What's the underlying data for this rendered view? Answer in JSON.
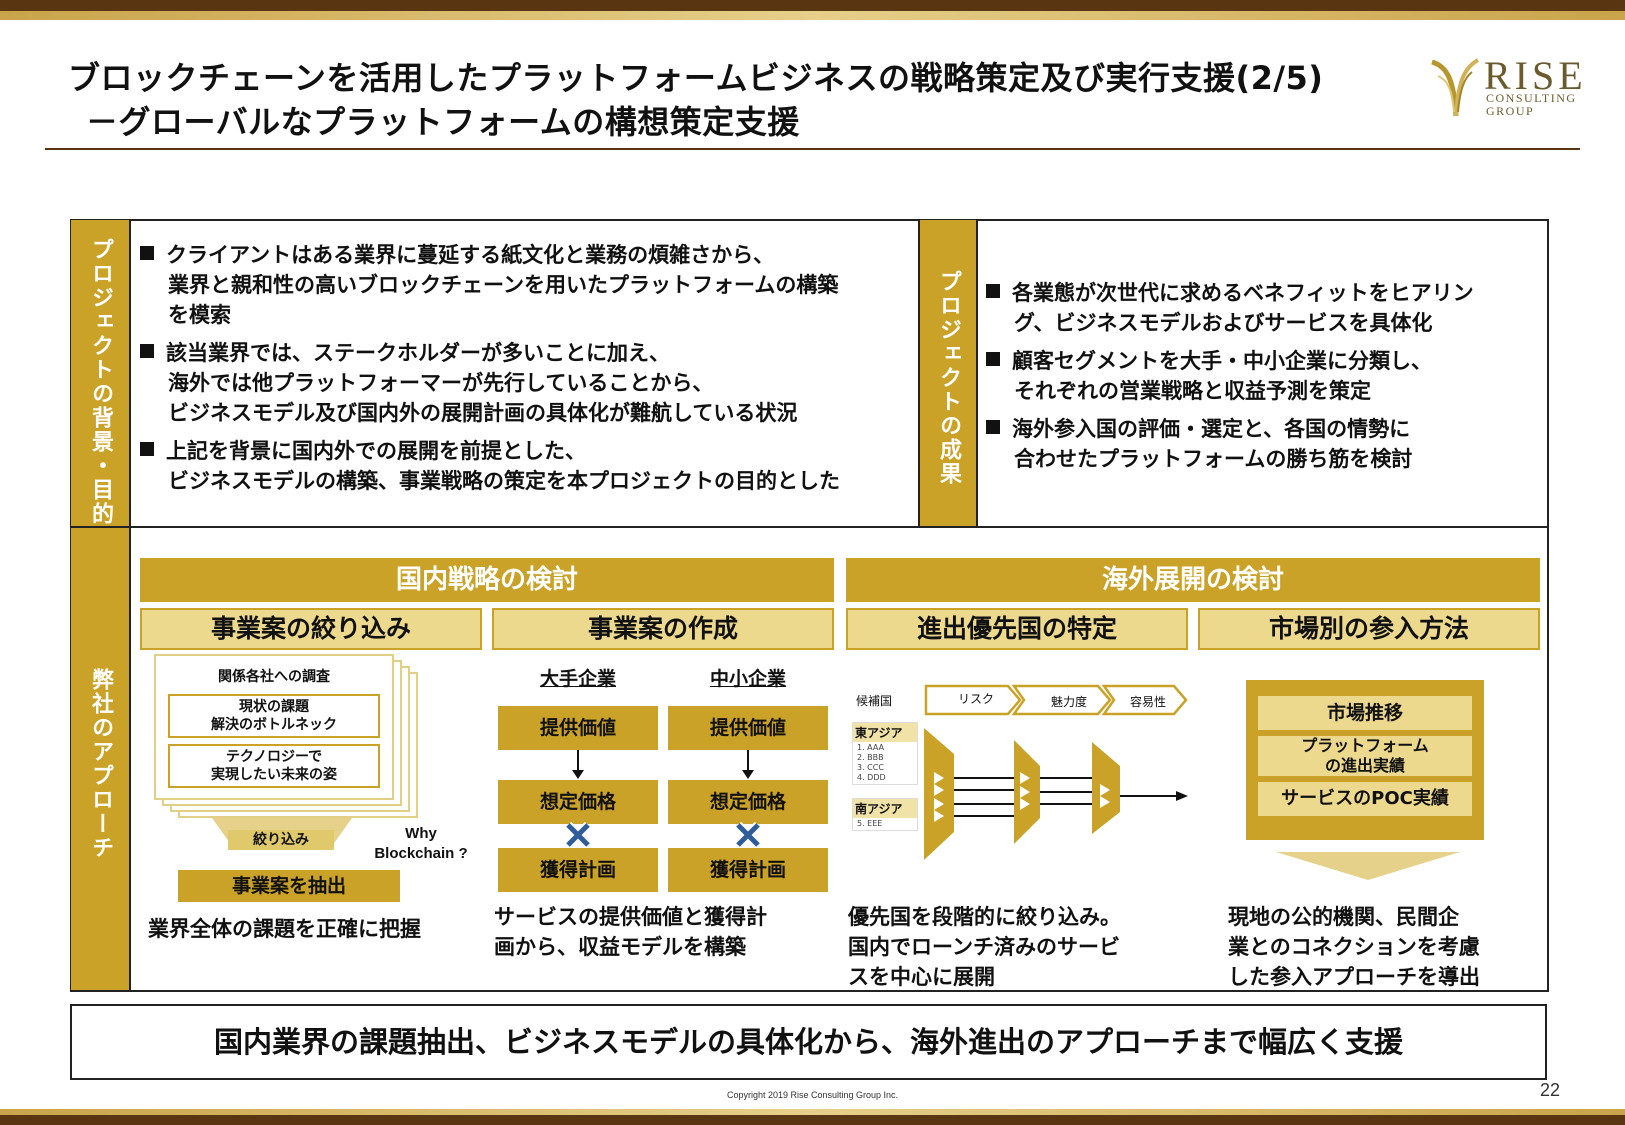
{
  "header": {
    "title_line1": "ブロックチェーンを活用したプラットフォームビジネスの戦略策定及び実行支援(2/5)",
    "title_line2": "－グローバルなプラットフォームの構想策定支援",
    "logo_name": "RISE",
    "logo_sub1": "CONSULTING",
    "logo_sub2": "GROUP"
  },
  "background": {
    "label": "プロジェクトの背景・目的",
    "bullets": [
      {
        "lines": [
          "クライアントはある業界に蔓延する紙文化と業務の煩雑さから、",
          "業界と親和性の高いブロックチェーンを用いたプラットフォームの構築",
          "を模索"
        ]
      },
      {
        "lines": [
          "該当業界では、ステークホルダーが多いことに加え、",
          "海外では他プラットフォーマーが先行していることから、",
          "ビジネスモデル及び国内外の展開計画の具体化が難航している状況"
        ]
      },
      {
        "lines": [
          "上記を背景に国内外での展開を前提とした、",
          "ビジネスモデルの構築、事業戦略の策定を本プロジェクトの目的とした"
        ]
      }
    ]
  },
  "results": {
    "label": "プロジェクトの成果",
    "bullets": [
      {
        "lines": [
          "各業態が次世代に求めるベネフィットをヒアリン",
          "グ、ビジネスモデルおよびサービスを具体化"
        ]
      },
      {
        "lines": [
          "顧客セグメントを大手・中小企業に分類し、",
          "それぞれの営業戦略と収益予測を策定"
        ]
      },
      {
        "lines": [
          "海外参入国の評価・選定と、各国の情勢に",
          "合わせたプラットフォームの勝ち筋を検討"
        ]
      }
    ]
  },
  "approach": {
    "label": "弊社のアプローチ",
    "domestic_band": "国内戦略の検討",
    "overseas_band": "海外展開の検討",
    "col1": {
      "title": "事業案の絞り込み",
      "doc_header": "関係各社への調査",
      "doc_item1_l1": "現状の課題",
      "doc_item1_l2": "解決のボトルネック",
      "doc_item2_l1": "テクノロジーで",
      "doc_item2_l2": "実現したい未来の姿",
      "narrow_label": "絞り込み",
      "why_l1": "Why",
      "why_l2": "Blockchain ?",
      "extract": "事業案を抽出",
      "caption": "業界全体の課題を正確に把握"
    },
    "col2": {
      "title": "事業案の作成",
      "large": "大手企業",
      "small": "中小企業",
      "value": "提供価値",
      "price": "想定価格",
      "plan": "獲得計画",
      "caption_l1": "サービスの提供価値と獲得計",
      "caption_l2": "画から、収益モデルを構築"
    },
    "col3": {
      "title": "進出優先国の特定",
      "candidates": "候補国",
      "steps": [
        "リスク",
        "魅力度",
        "容易性"
      ],
      "region1": "東アジア",
      "region1_items": [
        "1. AAA",
        "2. BBB",
        "3. CCC",
        "4. DDD"
      ],
      "region2": "南アジア",
      "region2_items": [
        "5. EEE"
      ],
      "caption_l1": "優先国を段階的に絞り込み。",
      "caption_l2": "国内でローンチ済みのサービ",
      "caption_l3": "スを中心に展開"
    },
    "col4": {
      "title": "市場別の参入方法",
      "items": [
        "市場推移",
        "プラットフォーム\nの進出実績",
        "サービスのPOC実績"
      ],
      "item2_l1": "プラットフォーム",
      "item2_l2": "の進出実績",
      "caption_l1": "現地の公的機関、民間企",
      "caption_l2": "業とのコネクションを考慮",
      "caption_l3": "した参入アプローチを導出"
    }
  },
  "summary": "国内業界の課題抽出、ビジネスモデルの具体化から、海外進出のアプローチまで幅広く支援",
  "copyright": "Copyright 2019 Rise Consulting Group Inc.",
  "page_number": "22",
  "colors": {
    "gold": "#c9a227",
    "light_gold": "#ecd98e",
    "brown": "#5a3512"
  }
}
